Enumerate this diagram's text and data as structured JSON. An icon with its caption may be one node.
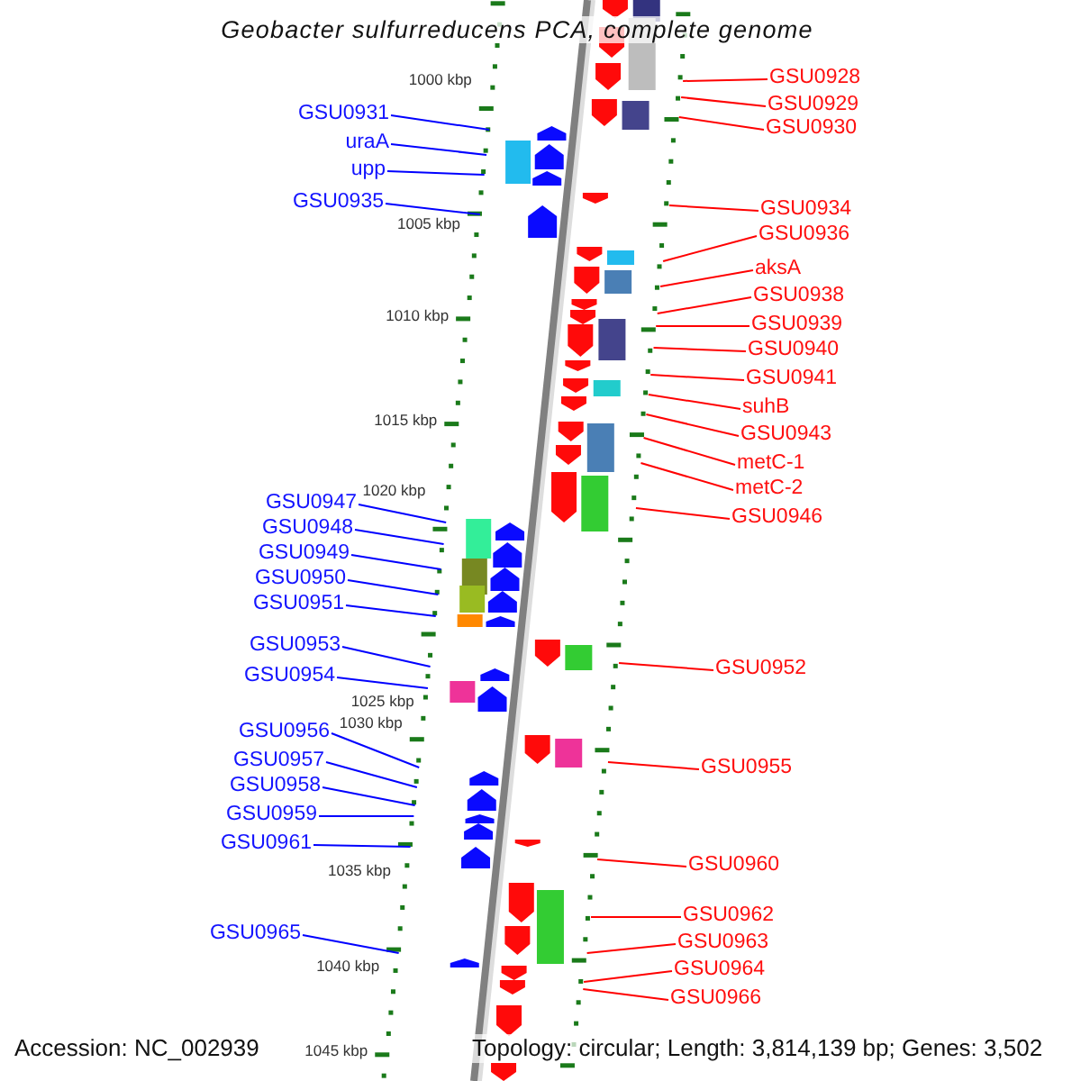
{
  "diagram": {
    "title": "Geobacter sulfurreducens PCA, complete genome",
    "nodes": [
      {
        "text": [
          "GSU0928"
        ]
      },
      {
        "text": [
          "GSU0929"
        ]
      },
      {
        "text": [
          "GSU0931"
        ]
      },
      {
        "text": [
          "GSU0930"
        ]
      },
      {
        "text": [
          "uraA"
        ]
      },
      {
        "text": [
          "upp"
        ]
      },
      {
        "text": [
          "GSU0935"
        ]
      },
      {
        "text": [
          "GSU0934"
        ]
      },
      {
        "text": [
          "GSU0936"
        ]
      },
      {
        "text": [
          "aksA"
        ]
      },
      {
        "text": [
          "GSU0938"
        ]
      },
      {
        "text": [
          "GSU0939"
        ]
      },
      {
        "text": [
          "GSU0940"
        ]
      },
      {
        "text": [
          "GSU0941"
        ]
      },
      {
        "text": [
          "suhB"
        ]
      },
      {
        "text": [
          "GSU0943"
        ]
      },
      {
        "text": [
          "metC-1"
        ]
      },
      {
        "text": [
          "metC-2"
        ]
      },
      {
        "text": [
          "GSU0947"
        ]
      },
      {
        "text": [
          "GSU0946"
        ]
      },
      {
        "text": [
          "GSU0948"
        ]
      },
      {
        "text": [
          "GSU0949"
        ]
      },
      {
        "text": [
          "GSU0950"
        ]
      },
      {
        "text": [
          "GSU0951"
        ]
      },
      {
        "text": [
          "GSU0953"
        ]
      },
      {
        "text": [
          "GSU0952"
        ]
      },
      {
        "text": [
          "GSU0954"
        ]
      },
      {
        "text": [
          "GSU0956"
        ]
      },
      {
        "text": [
          "GSU0957"
        ]
      },
      {
        "text": [
          "GSU0955"
        ]
      },
      {
        "text": [
          "GSU0958"
        ]
      },
      {
        "text": [
          "GSU0959"
        ]
      },
      {
        "text": [
          "GSU0961"
        ]
      },
      {
        "text": [
          "GSU0960"
        ]
      },
      {
        "text": [
          "GSU0962"
        ]
      },
      {
        "text": [
          "GSU0965"
        ]
      },
      {
        "text": [
          "GSU0963"
        ]
      },
      {
        "text": [
          "GSU0964"
        ]
      },
      {
        "text": [
          "GSU0966"
        ]
      }
    ],
    "edges": [
      {
        "from": 0,
        "to": null,
        "arrow": "none"
      },
      {
        "from": 1,
        "to": null,
        "arrow": "none"
      },
      {
        "from": 2,
        "to": null,
        "arrow": "none",
        "color": "#0000ff"
      },
      {
        "from": 3,
        "to": null,
        "arrow": "none"
      },
      {
        "from": 4,
        "to": null,
        "arrow": "none",
        "color": "#0000ff"
      },
      {
        "from": 5,
        "to": null,
        "arrow": "none",
        "color": "#0000ff"
      },
      {
        "from": 6,
        "to": null,
        "arrow": "none",
        "color": "#0000ff"
      },
      {
        "from": 7,
        "to": null,
        "arrow": "none"
      },
      {
        "from": 8,
        "to": null,
        "arrow": "none"
      },
      {
        "from": 9,
        "to": null,
        "arrow": "none"
      },
      {
        "from": 10,
        "to": null,
        "arrow": "none"
      },
      {
        "from": 11,
        "to": null,
        "arrow": "none"
      },
      {
        "from": 12,
        "to": null,
        "arrow": "none"
      },
      {
        "from": 13,
        "to": null,
        "arrow": "none"
      },
      {
        "from": 14,
        "to": null,
        "arrow": "none"
      },
      {
        "from": 15,
        "to": null,
        "arrow": "none"
      },
      {
        "from": 16,
        "to": null,
        "arrow": "none"
      },
      {
        "from": 17,
        "to": null,
        "arrow": "none"
      },
      {
        "from": 18,
        "to": null,
        "arrow": "none",
        "color": "#0000ff"
      },
      {
        "from": 19,
        "to": null,
        "arrow": "none"
      },
      {
        "from": 20,
        "to": null,
        "arrow": "none",
        "color": "#0000ff"
      },
      {
        "from": 21,
        "to": null,
        "arrow": "none",
        "color": "#0000ff"
      },
      {
        "from": 22,
        "to": null,
        "arrow": "none",
        "color": "#0000ff"
      },
      {
        "from": 23,
        "to": null,
        "arrow": "none",
        "color": "#0000ff"
      },
      {
        "from": 24,
        "to": null,
        "arrow": "none",
        "color": "#0000ff"
      },
      {
        "from": 25,
        "to": null,
        "arrow": "none"
      },
      {
        "from": 26,
        "to": null,
        "arrow": "none",
        "color": "#0000ff"
      },
      {
        "from": 27,
        "to": null,
        "arrow": "none",
        "color": "#0000ff"
      },
      {
        "from": 28,
        "to": null,
        "arrow": "none",
        "color": "#0000ff"
      },
      {
        "from": 29,
        "to": null,
        "arrow": "none"
      },
      {
        "from": 30,
        "to": null,
        "arrow": "none",
        "color": "#0000ff"
      },
      {
        "from": 31,
        "to": null,
        "arrow": "none",
        "color": "#0000ff"
      },
      {
        "from": 32,
        "to": null,
        "arrow": "none",
        "color": "#0000ff"
      },
      {
        "from": 33,
        "to": null,
        "arrow": "none"
      },
      {
        "from": 34,
        "to": null,
        "arrow": "none"
      },
      {
        "from": 35,
        "to": null,
        "arrow": "none",
        "color": "#0000ff"
      },
      {
        "from": 36,
        "to": null,
        "arrow": "none"
      },
      {
        "from": 37,
        "to": null,
        "arrow": "none"
      },
      {
        "from": 38,
        "to": null,
        "arrow": "none"
      }
    ],
    "labels": [
      "1000 kbp",
      "1005 kbp",
      "1010 kbp",
      "1015 kbp",
      "1020 kbp",
      "1025 kbp",
      "1030 kbp",
      "1035 kbp",
      "1040 kbp",
      "1045 kbp",
      "Accession: NC_002939",
      "Topology: circular; Length: 3,814,139 bp; Genes: 3,502"
    ]
  }
}
